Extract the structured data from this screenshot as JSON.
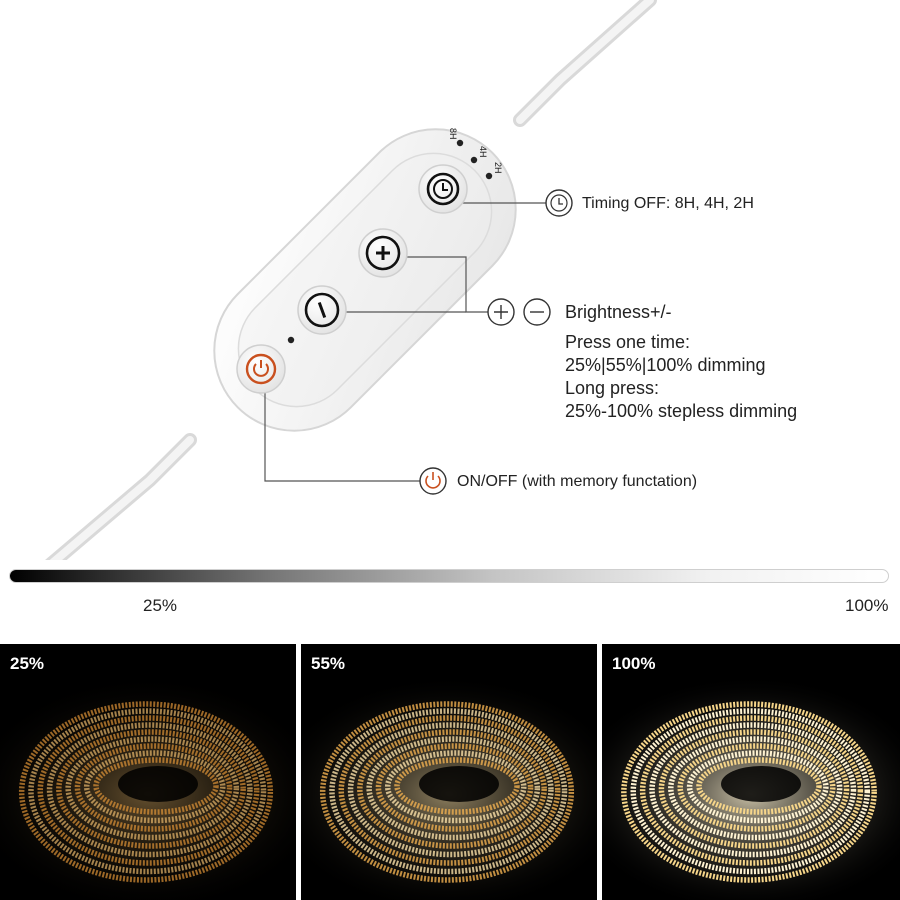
{
  "controller": {
    "indicators": [
      "8H",
      "4H",
      "2H"
    ]
  },
  "labels": {
    "timing": "Timing OFF: 8H, 4H, 2H",
    "brightness_title": "Brightness+/-",
    "brightness_lines": [
      "Press one time:",
      "25%|55%|100% dimming",
      "Long press:",
      "25%-100% stepless dimming"
    ],
    "onoff": "ON/OFF (with memory functation)"
  },
  "brightness_bar": {
    "min_label": "25%",
    "max_label": "100%"
  },
  "panels": [
    {
      "label": "25%",
      "level": 0.25,
      "glow": "#e89a3a",
      "core": "#f3c070"
    },
    {
      "label": "55%",
      "level": 0.55,
      "glow": "#f0b050",
      "core": "#fbe1a8"
    },
    {
      "label": "100%",
      "level": 1.0,
      "glow": "#f7d68a",
      "core": "#fff3d2"
    }
  ],
  "colors": {
    "power_accent": "#c9501f",
    "line": "#555555"
  }
}
